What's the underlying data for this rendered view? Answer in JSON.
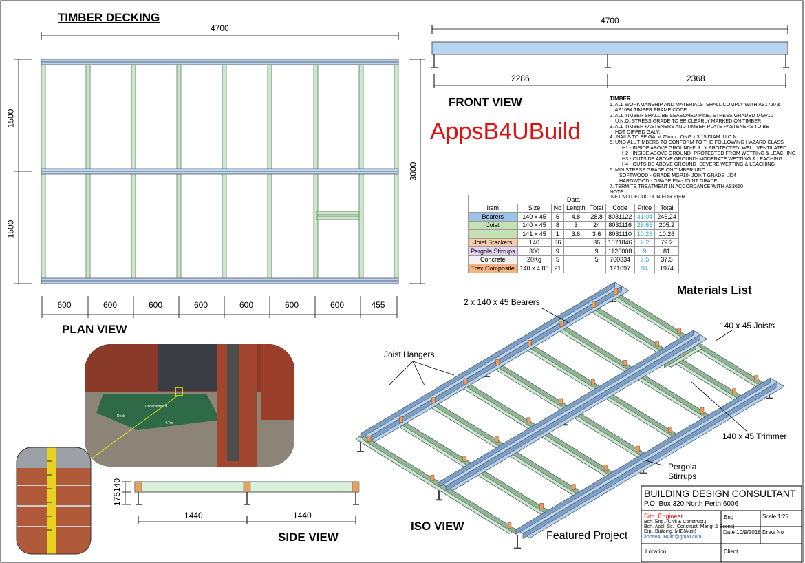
{
  "titles": {
    "timber_decking": "TIMBER DECKING",
    "front_view": "FRONT VIEW",
    "plan_view": "PLAN VIEW",
    "side_view": "SIDE VIEW",
    "iso_view": "ISO VIEW",
    "materials_list": "Materials List"
  },
  "brand": "AppsB4UBuild",
  "plan": {
    "overall_width": "4700",
    "left_top": "1500",
    "left_bottom": "1500",
    "right_overall": "3000",
    "spacings": [
      "600",
      "600",
      "600",
      "600",
      "600",
      "600",
      "600",
      "455"
    ]
  },
  "front": {
    "overall_width": "4700",
    "span_left": "2286",
    "span_right": "2368"
  },
  "side": {
    "height_label": "175140",
    "span_left": "1440",
    "span_right": "1440"
  },
  "notes": {
    "title": "TIMBER",
    "lines": [
      "1. ALL WORKMANSHIP AND MATERIALS  SHALL COMPLY WITH AS1720 &",
      "    AS1684 TIMBER FRAME CODE",
      "2. ALL TIMBER SHALL BE SEASONED PINE, STRESS GRADED MGP10",
      "    U.N.O. STRESS GRADE TO BE CLEARLY MARKED ON TIMBER",
      "3. ALL TIMBER FASTENERS AND TIMBER PLATE FASTENERS TO BE",
      "    HOT DIPPED GALV.",
      "4.  NAILS TO BE GALV 75mm LONG x 3.15 DIAM. U.O.N",
      "5. UNO ALL TIMBERS TO CONFORM TO THE FOLLOWING HAZARD CLASS",
      "         H1 - INSIDE ABOVE GROUND-FULLY PROTECTED, WELL VENTILATED",
      "         H2 - INSIDE ABOVE GROUND- PROTECTED FROM WETTING & LEACHING",
      "         H3 - OUTSIDE ABOVE GROUND- MODERATE WETTING & LEACHING",
      "         H4 - OUTSIDE ABOVE GROUND- SEVERE WETTING & LEACHING",
      "6. MIN STRESS GRADE ON TIMBER UNO",
      "       SOFTWOOD - GRADE MGP10- JOINT GRADE  JD4",
      "       HARDWOOD - GRADE F14- JOINT GRADE",
      "7. TERMITE TREATMENT IN ACCORDANCE WITH AS3660",
      "NOTE",
      " NET NO DEDUCTION FOR PIER"
    ]
  },
  "table": {
    "caption": "Data",
    "headers": [
      "Item",
      "Size",
      "No",
      "Length",
      "Total",
      "Code",
      "Price",
      "Total"
    ],
    "rows": [
      {
        "item": "Bearers",
        "size": "140 x 45",
        "no": "6",
        "length": "4.8",
        "total": "28.8",
        "code": "8031122",
        "price": "41.04",
        "sum": "246.24",
        "color": "#9dc3e6"
      },
      {
        "item": "Joist",
        "size": "140 x 45",
        "no": "8",
        "length": "3",
        "total": "24",
        "code": "8031116",
        "price": "25.65",
        "sum": "205.2",
        "color": "#c5e0b4"
      },
      {
        "item": "",
        "size": "141 x 45",
        "no": "1",
        "length": "3.6",
        "total": "3.6",
        "code": "8031110",
        "price": "10.26",
        "sum": "10.26",
        "color": "#c5e0b4"
      },
      {
        "item": "Joist Brackets",
        "size": "140",
        "no": "36",
        "length": "",
        "total": "36",
        "code": "1071846",
        "price": "2.2",
        "sum": "79.2",
        "color": "#f8cbad"
      },
      {
        "item": "Pergola Stirrups",
        "size": "300",
        "no": "9",
        "length": "",
        "total": "9",
        "code": "1120008",
        "price": "9",
        "sum": "81",
        "color": "#e4d4f0"
      },
      {
        "item": "Concrete",
        "size": "20Kg",
        "no": "5",
        "length": "",
        "total": "5",
        "code": "760334",
        "price": "7.5",
        "sum": "37.5",
        "color": "#f2f2f2"
      },
      {
        "item": "Trex Composite",
        "size": "140 x 4.88",
        "no": "21",
        "length": "",
        "total": "",
        "code": "121097",
        "price": "94",
        "sum": "1974",
        "color": "#f4b183"
      }
    ]
  },
  "callouts": {
    "bearers": "2 x 140 x 45 Bearers",
    "joists": "140 x 45 Joists",
    "hangers": "Joist Hangers",
    "trimmer": "140 x 45 Trimmer",
    "stirrups_1": "Pergola",
    "stirrups_2": "Stirrups",
    "featured": "Featured Project"
  },
  "photo": {
    "label_1": "Underlayment",
    "label_2": "Deck",
    "label_3": "4.7m"
  },
  "title_block": {
    "company": "BUILDING DESIGN CONSULTANT",
    "address": "P.O. Box 320 North Perth,6006",
    "engineer": "Bim_Engineer",
    "quals": [
      "Bch. Eng. (Civil & Construct.)",
      "Bch. Appl. Sc. (Construct. Mangt & Econs)",
      "Dipl. Building. MIE(Aust)"
    ],
    "email": "appsB4UBuild@gmail.com",
    "eng_label": "Eng",
    "scale": "Scale  1:25",
    "date": "Date 10/9/2018",
    "draw_no": "Draw No",
    "location": "Location",
    "client": "Client"
  },
  "colors": {
    "bearer": "#b8d4ef",
    "joist": "#cce8cc",
    "bracket": "#e8a060",
    "brand": "#e01010",
    "price": "#2aa6e0"
  }
}
